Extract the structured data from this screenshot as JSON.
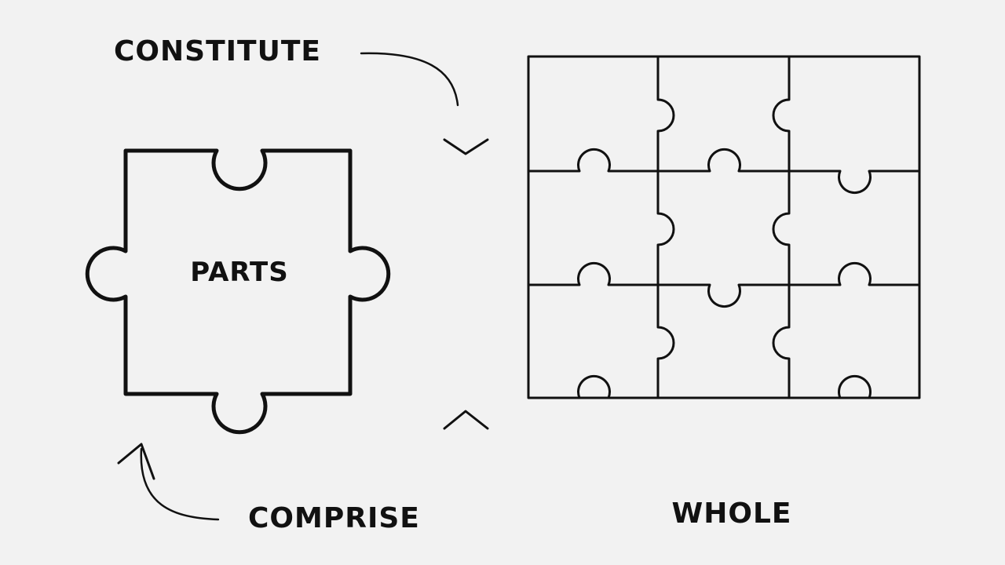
{
  "labels": {
    "constitute": "CONSTITUTE",
    "parts": "PARTS",
    "comprise": "COMPRISE",
    "whole": "WHOLE"
  },
  "colors": {
    "background": "#f2f2f2",
    "ink": "#111111"
  },
  "icons": {
    "single_piece": "puzzle-piece-icon",
    "assembled_grid": "puzzle-grid-icon",
    "arrow_top": "curved-arrow-down-icon",
    "arrow_bottom": "curved-arrow-up-icon",
    "chevron_top": "chevron-down-icon",
    "chevron_bottom": "chevron-up-icon"
  },
  "grid": {
    "rows": 3,
    "columns": 3
  }
}
